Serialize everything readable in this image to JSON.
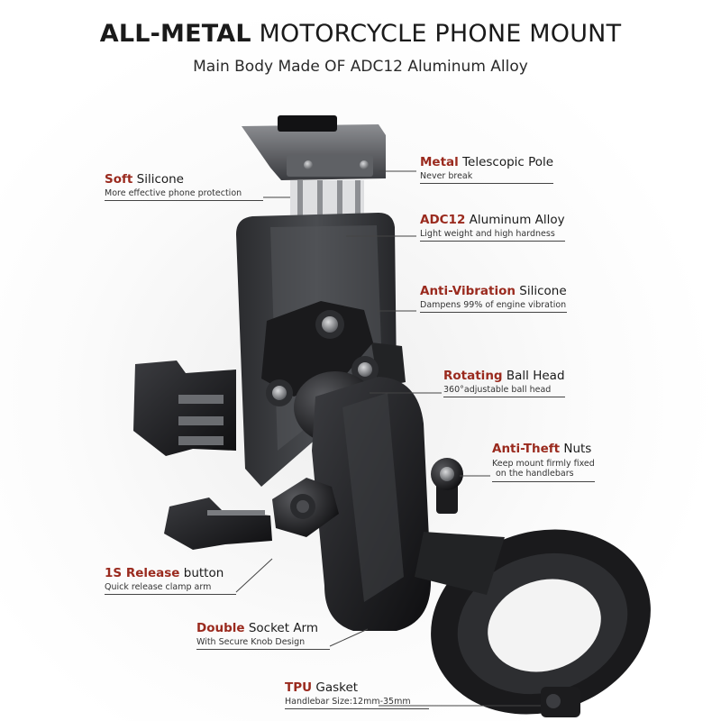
{
  "header": {
    "title_strong": "ALL-METAL",
    "title_rest": " MOTORCYCLE PHONE MOUNT",
    "subtitle": "Main Body Made OF ADC12 Aluminum Alloy"
  },
  "callouts": [
    {
      "highlight": "Soft",
      "rest": " Silicone",
      "sub": "More effective phone protection"
    },
    {
      "highlight": "Metal",
      "rest": " Telescopic Pole",
      "sub": "Never break"
    },
    {
      "highlight": "ADC12",
      "rest": " Aluminum Alloy",
      "sub": "Light weight and high hardness"
    },
    {
      "highlight": "Anti-Vibration",
      "rest": " Silicone",
      "sub": "Dampens 99% of engine vibration"
    },
    {
      "highlight": "Rotating",
      "rest": " Ball Head",
      "sub": "360°adjustable ball head"
    },
    {
      "highlight": "Anti-Theft",
      "rest": " Nuts",
      "sub": "Keep mount firmly fixed",
      "sub2": "on the handlebars"
    },
    {
      "highlight": "1S Release",
      "rest": " button",
      "sub": "Quick release clamp arm"
    },
    {
      "highlight": "Double",
      "rest": " Socket Arm",
      "sub": "With Secure Knob Design"
    },
    {
      "highlight": "TPU",
      "rest": " Gasket",
      "sub": "Handlebar Size:12mm-35mm"
    }
  ],
  "colors": {
    "highlight": "#9a2a1e",
    "metal_dark": "#1c1c1e",
    "metal_mid": "#3a3b3e",
    "background": "#ffffff"
  }
}
